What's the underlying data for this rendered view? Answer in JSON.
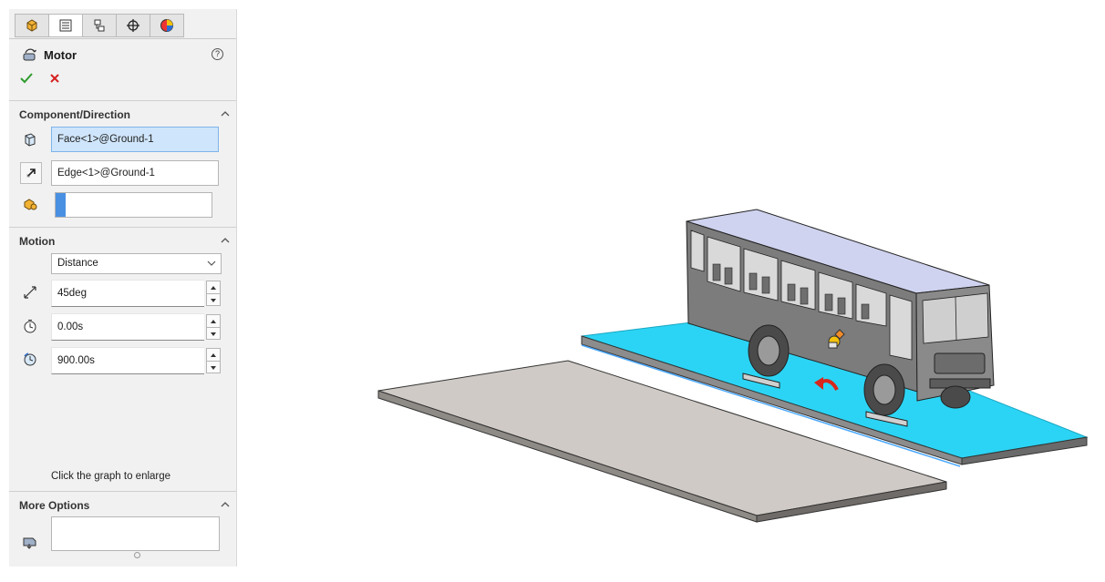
{
  "panel": {
    "tabs": [
      {
        "name": "feature-manager-tab",
        "icon": "feature-manager-icon"
      },
      {
        "name": "property-manager-tab",
        "icon": "property-manager-icon",
        "active": true
      },
      {
        "name": "configuration-manager-tab",
        "icon": "configuration-manager-icon"
      },
      {
        "name": "dimxpert-manager-tab",
        "icon": "crosshair-icon"
      },
      {
        "name": "display-manager-tab",
        "icon": "display-manager-icon"
      }
    ],
    "title": "Motor",
    "help": "?",
    "component_direction": {
      "title": "Component/Direction",
      "face_value": "Face<1>@Ground-1",
      "edge_value": "Edge<1>@Ground-1",
      "component_value": ""
    },
    "motion": {
      "title": "Motion",
      "type_selected": "Distance",
      "distance": "45deg",
      "start_time": "0.00s",
      "duration": "900.00s",
      "graph_hint": "Click the graph to enlarge"
    },
    "more_options": {
      "title": "More Options",
      "value": ""
    }
  },
  "colors": {
    "accent": "#cfe5fb",
    "selected_face": "#2bd4f4",
    "ok": "#2e9b2e",
    "cancel": "#d62020"
  }
}
